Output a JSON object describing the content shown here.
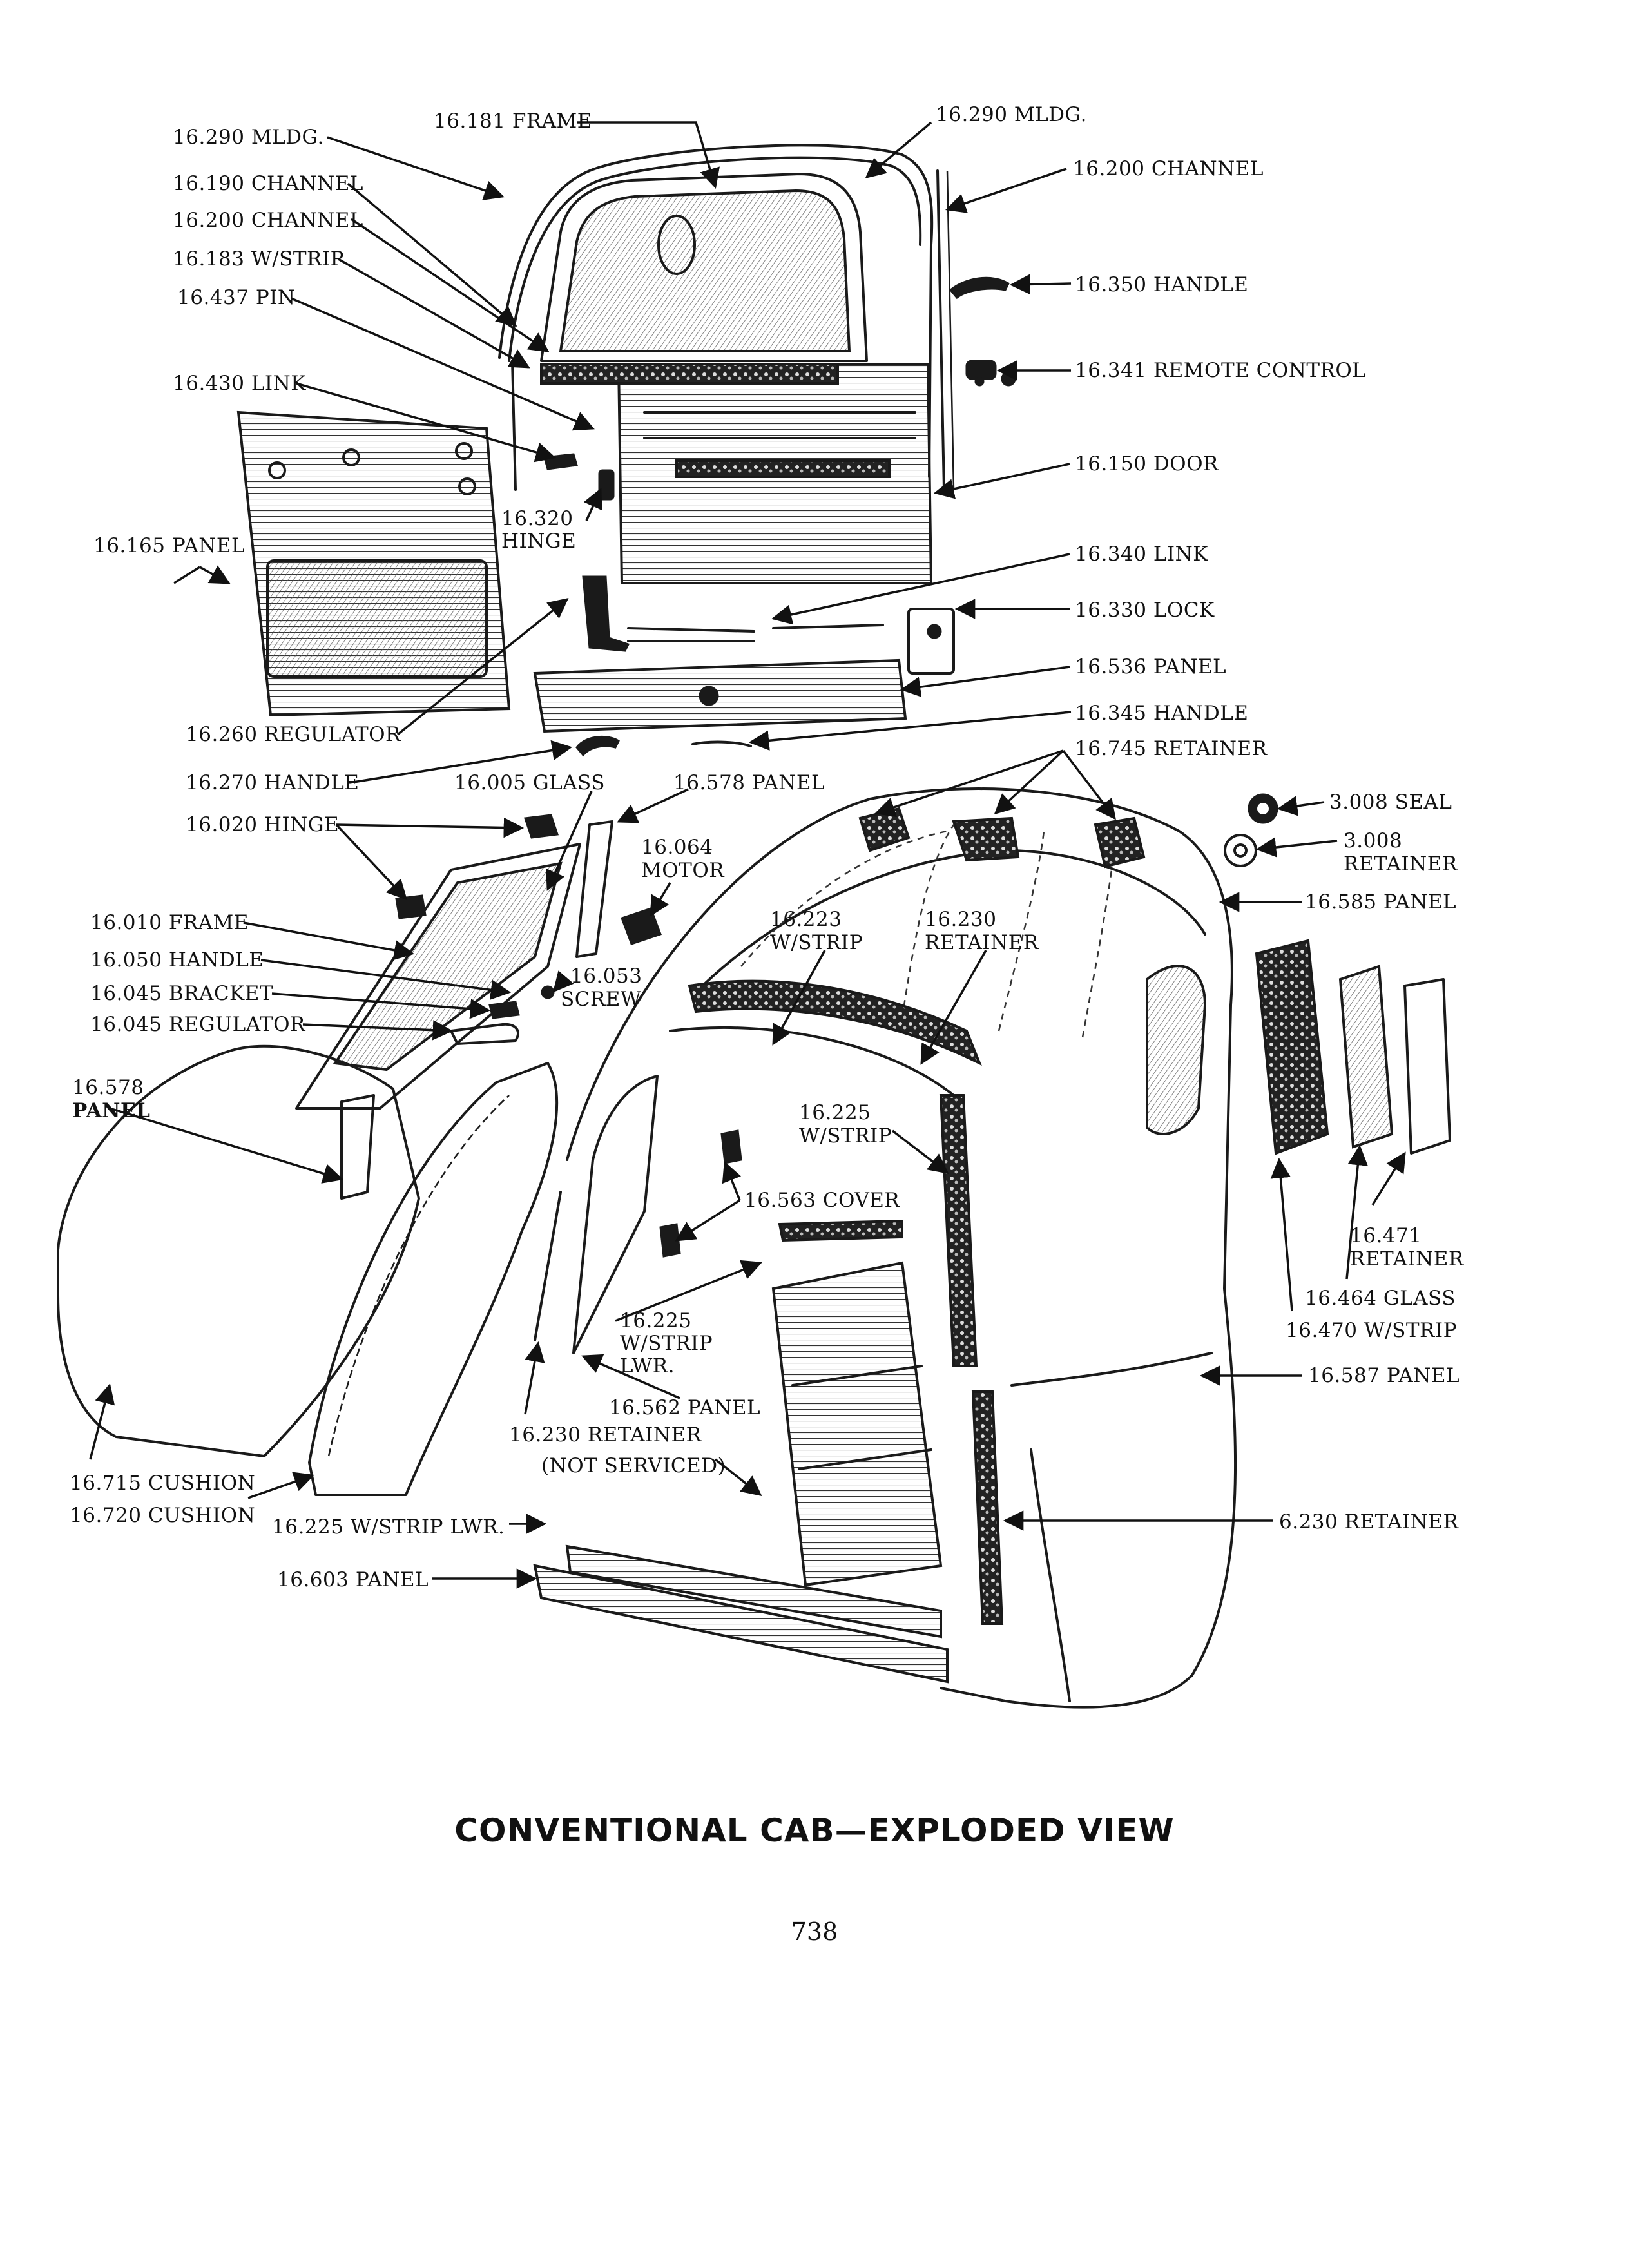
{
  "caption": "CONVENTIONAL CAB—EXPLODED VIEW",
  "page_number": "738",
  "callouts": [
    {
      "id": "mldg-left",
      "lines": [
        "16.290 MLDG."
      ]
    },
    {
      "id": "frame-top",
      "lines": [
        "16.181 FRAME"
      ]
    },
    {
      "id": "mldg-right",
      "lines": [
        "16.290 MLDG."
      ]
    },
    {
      "id": "channel-right",
      "lines": [
        "16.200 CHANNEL"
      ]
    },
    {
      "id": "channel-190",
      "lines": [
        "16.190 CHANNEL"
      ]
    },
    {
      "id": "channel-200",
      "lines": [
        "16.200 CHANNEL"
      ]
    },
    {
      "id": "wstrip-183",
      "lines": [
        "16.183 W/STRIP"
      ]
    },
    {
      "id": "pin-437",
      "lines": [
        "16.437 PIN"
      ]
    },
    {
      "id": "handle-350",
      "lines": [
        "16.350 HANDLE"
      ]
    },
    {
      "id": "remote-341",
      "lines": [
        "16.341 REMOTE CONTROL"
      ]
    },
    {
      "id": "link-430",
      "lines": [
        "16.430 LINK"
      ]
    },
    {
      "id": "door-150",
      "lines": [
        "16.150 DOOR"
      ]
    },
    {
      "id": "hinge-320",
      "lines": [
        "16.320",
        "HINGE"
      ]
    },
    {
      "id": "panel-165",
      "lines": [
        "16.165 PANEL"
      ]
    },
    {
      "id": "link-340",
      "lines": [
        "16.340 LINK"
      ]
    },
    {
      "id": "lock-330",
      "lines": [
        "16.330 LOCK"
      ]
    },
    {
      "id": "panel-536",
      "lines": [
        "16.536 PANEL"
      ]
    },
    {
      "id": "regulator-260",
      "lines": [
        "16.260 REGULATOR"
      ]
    },
    {
      "id": "handle-345",
      "lines": [
        "16.345 HANDLE"
      ]
    },
    {
      "id": "retainer-745",
      "lines": [
        "16.745 RETAINER"
      ]
    },
    {
      "id": "handle-270",
      "lines": [
        "16.270 HANDLE"
      ]
    },
    {
      "id": "glass-005",
      "lines": [
        "16.005 GLASS"
      ]
    },
    {
      "id": "panel-578-top",
      "lines": [
        "16.578 PANEL"
      ]
    },
    {
      "id": "seal-3008",
      "lines": [
        "3.008 SEAL"
      ]
    },
    {
      "id": "hinge-020",
      "lines": [
        "16.020 HINGE"
      ]
    },
    {
      "id": "motor-064",
      "lines": [
        "16.064",
        "MOTOR"
      ]
    },
    {
      "id": "retainer-3008",
      "lines": [
        "3.008",
        "RETAINER"
      ]
    },
    {
      "id": "panel-585",
      "lines": [
        "16.585 PANEL"
      ]
    },
    {
      "id": "frame-010",
      "lines": [
        "16.010 FRAME"
      ]
    },
    {
      "id": "wstrip-223",
      "lines": [
        "16.223",
        "W/STRIP"
      ]
    },
    {
      "id": "retainer-230-top",
      "lines": [
        "16.230",
        "RETAINER"
      ]
    },
    {
      "id": "handle-050",
      "lines": [
        "16.050 HANDLE"
      ]
    },
    {
      "id": "screw-053",
      "lines": [
        "16.053",
        "SCREW"
      ]
    },
    {
      "id": "bracket-045",
      "lines": [
        "16.045 BRACKET"
      ]
    },
    {
      "id": "regulator-045",
      "lines": [
        "16.045 REGULATOR"
      ]
    },
    {
      "id": "panel-578-left",
      "lines": [
        "16.578",
        "PANEL"
      ]
    },
    {
      "id": "wstrip-225",
      "lines": [
        "16.225",
        "W/STRIP"
      ]
    },
    {
      "id": "cover-563",
      "lines": [
        "16.563 COVER"
      ]
    },
    {
      "id": "retainer-471",
      "lines": [
        "16.471",
        "RETAINER"
      ]
    },
    {
      "id": "glass-464",
      "lines": [
        "16.464 GLASS"
      ]
    },
    {
      "id": "wstrip-470",
      "lines": [
        "16.470 W/STRIP"
      ]
    },
    {
      "id": "wstrip-225-lwr",
      "lines": [
        "16.225",
        "W/STRIP",
        "LWR."
      ]
    },
    {
      "id": "panel-587",
      "lines": [
        "16.587 PANEL"
      ]
    },
    {
      "id": "panel-562",
      "lines": [
        "16.562 PANEL"
      ]
    },
    {
      "id": "retainer-230-lwr",
      "lines": [
        "16.230 RETAINER"
      ]
    },
    {
      "id": "not-serviced",
      "lines": [
        "(NOT SERVICED)"
      ]
    },
    {
      "id": "cushion-715",
      "lines": [
        "16.715 CUSHION"
      ]
    },
    {
      "id": "cushion-720",
      "lines": [
        "16.720 CUSHION"
      ]
    },
    {
      "id": "wstrip-225-lwr2",
      "lines": [
        "16.225 W/STRIP LWR."
      ]
    },
    {
      "id": "retainer-6230",
      "lines": [
        "6.230 RETAINER"
      ]
    },
    {
      "id": "panel-603",
      "lines": [
        "16.603 PANEL"
      ]
    }
  ]
}
